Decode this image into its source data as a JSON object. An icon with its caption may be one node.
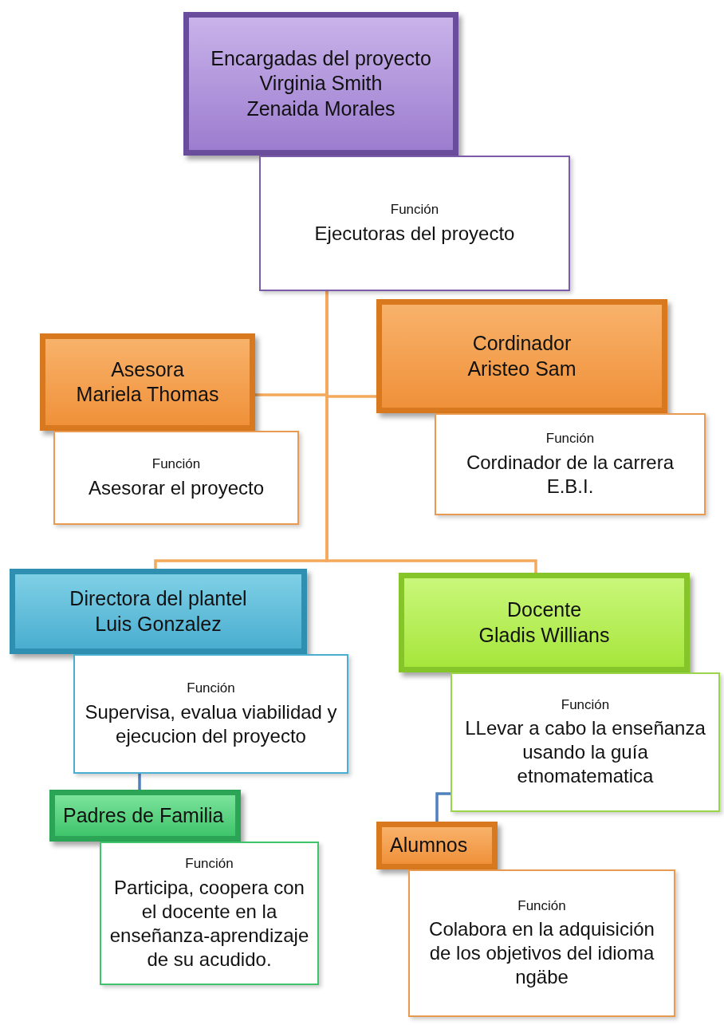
{
  "diagram": {
    "nodes": [
      {
        "text": [
          "Encargadas del proyecto",
          "Virginia Smith",
          "Zenaida Morales"
        ]
      },
      {
        "text": [
          "Función",
          "Ejecutoras del proyecto"
        ]
      },
      {
        "text": [
          "Asesora",
          "Mariela Thomas"
        ]
      },
      {
        "text": [
          "Función",
          "Asesorar el proyecto"
        ]
      },
      {
        "text": [
          "Cordinador",
          "Aristeo Sam"
        ]
      },
      {
        "text": [
          "Función",
          "Cordinador de la carrera E.B.I."
        ]
      },
      {
        "text": [
          "Directora del plantel",
          "Luis Gonzalez"
        ]
      },
      {
        "text": [
          "Función",
          "Supervisa, evalua viabilidad y ejecucion del proyecto"
        ]
      },
      {
        "text": [
          "Docente",
          "Gladis Willians"
        ]
      },
      {
        "text": [
          "Función",
          "LLevar a cabo la enseñanza usando la guía etnomatematica"
        ]
      },
      {
        "text": [
          "Padres de Familia"
        ]
      },
      {
        "text": [
          "Función",
          "Participa, coopera con el docente en la enseñanza-aprendizaje de su acudido."
        ]
      },
      {
        "text": [
          "Alumnos"
        ]
      },
      {
        "text": [
          "Función",
          "Colabora en la adquisición de los objetivos del idioma ngäbe"
        ]
      }
    ],
    "edges": [
      {
        "from": 1,
        "to": 2,
        "arrow": "none"
      },
      {
        "from": 1,
        "to": 4,
        "arrow": "none"
      },
      {
        "from": 1,
        "to": 6,
        "arrow": "none"
      },
      {
        "from": 1,
        "to": 8,
        "arrow": "none"
      },
      {
        "from": 7,
        "to": 10,
        "arrow": "none",
        "color": "#4f81bd"
      },
      {
        "from": 9,
        "to": 12,
        "arrow": "none",
        "color": "#4f81bd"
      }
    ]
  }
}
